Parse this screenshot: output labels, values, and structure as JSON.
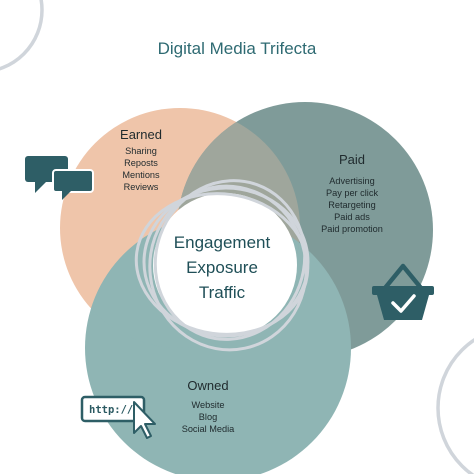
{
  "title": "Digital Media Trifecta",
  "sections": {
    "earned": {
      "heading": "Earned",
      "items": [
        "Sharing",
        "Reposts",
        "Mentions",
        "Reviews"
      ]
    },
    "paid": {
      "heading": "Paid",
      "items": [
        "Advertising",
        "Pay per click",
        "Retargeting",
        "Paid ads",
        "Paid promotion"
      ]
    },
    "owned": {
      "heading": "Owned",
      "items": [
        "Website",
        "Blog",
        "Social Media"
      ]
    }
  },
  "center": {
    "lines": [
      "Engagement",
      "Exposure",
      "Traffic"
    ]
  },
  "icons": {
    "earned": "speech-bubbles-icon",
    "paid": "shopping-basket-check-icon",
    "owned": "url-bar-cursor-icon",
    "url_text": "http://"
  },
  "colors": {
    "earned": "#efc5aa",
    "paid": "#7f9b99",
    "owned": "#8fb5b4",
    "title": "#2e6a72",
    "icon": "#2e5e66",
    "rings": "#d0d5db"
  }
}
